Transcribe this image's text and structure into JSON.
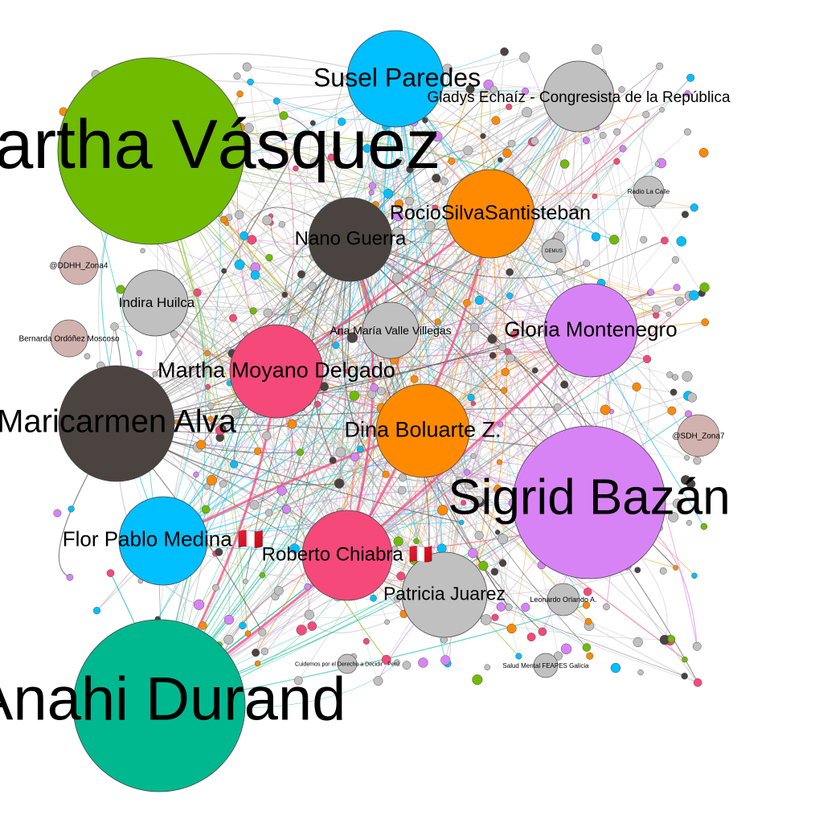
{
  "graph": {
    "colors": {
      "green": "#6fbb00",
      "teal": "#00b890",
      "cyan": "#00bfff",
      "orange": "#ff8a00",
      "pink": "#f5497a",
      "violet": "#d883f5",
      "dark": "#4a433f",
      "gray": "#c0c0c0",
      "rose": "#d2b2ae"
    },
    "main_nodes": [
      {
        "label": "Martha Vásquez",
        "color": "green"
      },
      {
        "label": "Susel Paredes",
        "color": "cyan"
      },
      {
        "label": "Gladys Echaíz - Congresista de la República",
        "color": "gray"
      },
      {
        "label": "RocioSilvaSantisteban",
        "color": "orange"
      },
      {
        "label": "Nano Guerra",
        "color": "dark"
      },
      {
        "label": "Indira Huilca",
        "color": "gray"
      },
      {
        "label": "Ana María Valle Villegas",
        "color": "gray"
      },
      {
        "label": "Gloria Montenegro",
        "color": "violet"
      },
      {
        "label": "Martha Moyano Delgado",
        "color": "pink"
      },
      {
        "label": "Maricarmen Alva",
        "color": "dark"
      },
      {
        "label": "Dina Boluarte Z.",
        "color": "orange"
      },
      {
        "label": "Sigrid Bazán",
        "color": "violet"
      },
      {
        "label": "Flor Pablo Medina 🇵🇪",
        "color": "cyan"
      },
      {
        "label": "Roberto Chiabra 🇵🇪",
        "color": "pink"
      },
      {
        "label": "Patricia Juarez",
        "color": "gray"
      },
      {
        "label": "Anahi Durand",
        "color": "teal"
      }
    ],
    "minor_nodes": [
      {
        "label": "@DDHH_Zona4",
        "color": "rose"
      },
      {
        "label": "Bernarda Ordóñez Moscoso",
        "color": "rose"
      },
      {
        "label": "@SDH_Zona7",
        "color": "rose"
      },
      {
        "label": "Radio La Calle",
        "color": "gray"
      },
      {
        "label": "DEMUS",
        "color": "gray"
      },
      {
        "label": "Leonardo Orlando A.",
        "color": "gray"
      },
      {
        "label": "Salud Mental FEAPES Galicia",
        "color": "gray"
      },
      {
        "label": "Cuidemos por el Derecho a Decidir - Perú",
        "color": "gray"
      }
    ]
  }
}
